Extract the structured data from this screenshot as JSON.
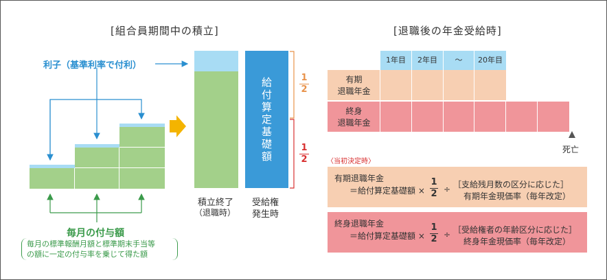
{
  "left": {
    "title": "[組合員期間中の積立]",
    "interest_label": "利子（基準利率で付利）",
    "accum_end_label": "積立終了",
    "accum_end_sub": "（退職時）",
    "entitlement_label1": "受給権",
    "entitlement_label2": "発生時",
    "base_amount_label": "給付算定基礎額",
    "half_top": {
      "num": "1",
      "den": "2"
    },
    "half_bottom": {
      "num": "1",
      "den": "2"
    },
    "monthly_label": "毎月の付与額",
    "monthly_sub1": "毎月の標準報酬月額と標準期末手当等",
    "monthly_sub2": "の額に一定の付与率を乗じて得た額"
  },
  "right": {
    "title": "[退職後の年金受給時]",
    "headers": [
      "1年目",
      "2年目",
      "～",
      "20年目"
    ],
    "row1_label1": "有期",
    "row1_label2": "退職年金",
    "row2_label1": "終身",
    "row2_label2": "退職年金",
    "death_label": "死亡",
    "note": "〈当初決定時〉",
    "formula1": {
      "title": "有期退職年金",
      "lhs": "＝給付算定基礎額 ×",
      "num": "1",
      "den": "2",
      "div": "÷",
      "rhs1": "［支給残月数の区分に応じた］",
      "rhs2": "有期年金現価率（毎年改定）"
    },
    "formula2": {
      "title": "終身退職年金",
      "lhs": "＝給付算定基礎額 ×",
      "num": "1",
      "den": "2",
      "div": "÷",
      "rhs1": "［受給権者の年齢区分に応じた］",
      "rhs2": "終身年金現価率（毎年改定）"
    }
  },
  "colors": {
    "green": "#a3d08a",
    "light_blue": "#a8dcf4",
    "blue": "#3a9ad8",
    "orange_peach": "#f7cfb2",
    "pink": "#f0959a",
    "orange_line": "#e8924a",
    "red_line": "#d83030",
    "arrow_yellow": "#f4b400"
  }
}
